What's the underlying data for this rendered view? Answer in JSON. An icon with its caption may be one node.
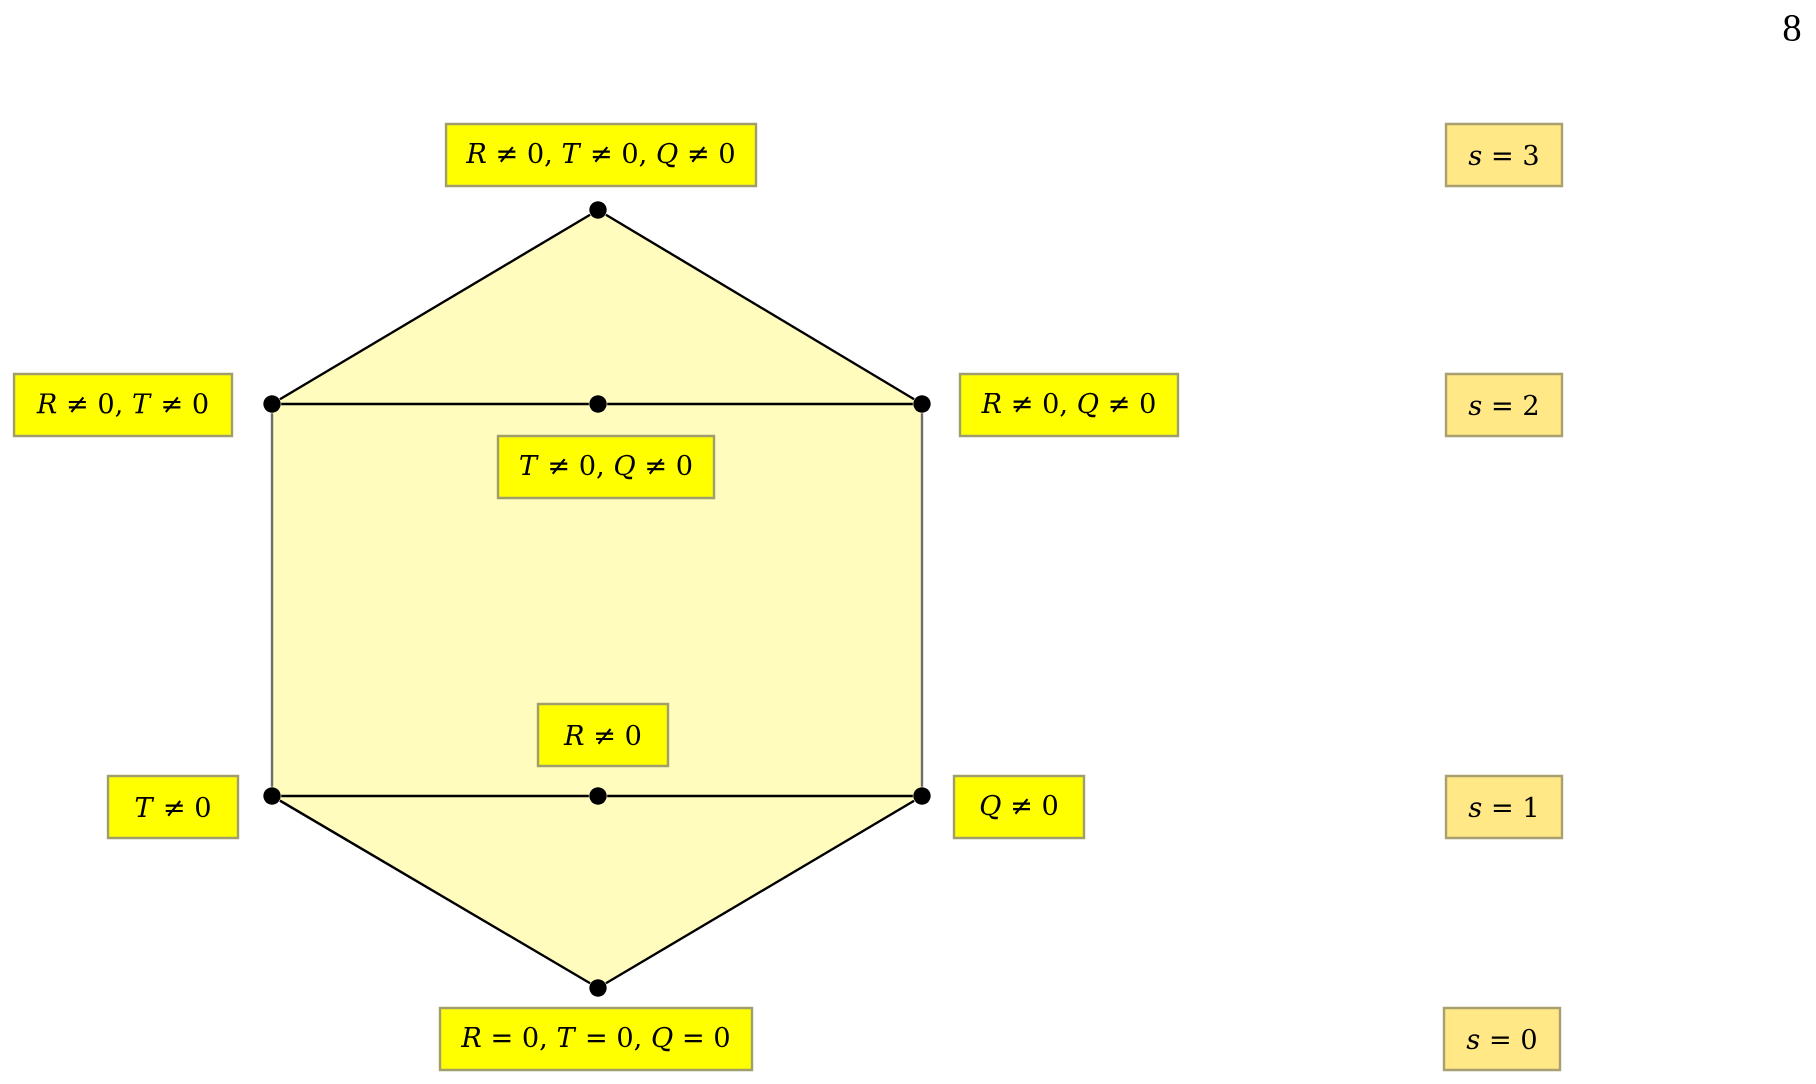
{
  "diagram": {
    "nodes": [
      {
        "text": [
          "*R* ≠ 0, *T* ≠ 0, *Q* ≠ 0"
        ]
      },
      {
        "text": [
          "*s* = 3"
        ]
      },
      {
        "text": [
          "*R* ≠ 0, *T* ≠ 0"
        ]
      },
      {
        "text": [
          "*R* ≠ 0, *Q* ≠ 0"
        ]
      },
      {
        "text": [
          "*s* = 2"
        ]
      },
      {
        "text": [
          "*T* ≠ 0, *Q* ≠ 0"
        ]
      },
      {
        "text": [
          "*R* ≠ 0"
        ]
      },
      {
        "text": [
          "*T* ≠ 0"
        ]
      },
      {
        "text": [
          "*Q* ≠ 0"
        ]
      },
      {
        "text": [
          "*s* = 1"
        ]
      },
      {
        "text": [
          "*R* = 0, *T* = 0, *Q* = 0"
        ]
      },
      {
        "text": [
          "*s* = 0"
        ]
      },
      {
        "text": [],
        "shape": "circle"
      },
      {
        "text": [],
        "shape": "circle"
      },
      {
        "text": [],
        "shape": "circle"
      },
      {
        "text": [],
        "shape": "circle"
      },
      {
        "text": [],
        "shape": "circle"
      },
      {
        "text": [],
        "shape": "circle"
      },
      {
        "text": [],
        "shape": "circle"
      },
      {
        "text": [],
        "shape": "circle"
      }
    ],
    "edges": [
      {
        "from": 12,
        "to": 13,
        "arrow": "none"
      },
      {
        "from": 12,
        "to": 15,
        "arrow": "none"
      },
      {
        "from": 13,
        "to": 14,
        "arrow": "none"
      },
      {
        "from": 14,
        "to": 15,
        "arrow": "none"
      },
      {
        "from": 13,
        "to": 16,
        "arrow": "none",
        "color": "#6e6e6e"
      },
      {
        "from": 15,
        "to": 18,
        "arrow": "none",
        "color": "#6e6e6e"
      },
      {
        "from": 16,
        "to": 17,
        "arrow": "none"
      },
      {
        "from": 17,
        "to": 18,
        "arrow": "none"
      },
      {
        "from": 16,
        "to": 19,
        "arrow": "none"
      },
      {
        "from": 18,
        "to": 19,
        "arrow": "none"
      }
    ],
    "labels": [
      "8"
    ]
  }
}
